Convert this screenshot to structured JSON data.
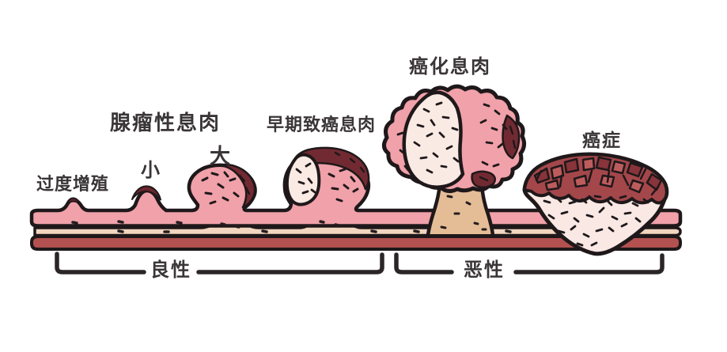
{
  "illustration": {
    "labels": {
      "hyperplasia": "过度增殖",
      "small": "小",
      "large": "大",
      "adenoma": "腺瘤性息肉",
      "early": "早期致癌息肉",
      "cancerous_polyp": "癌化息肉",
      "cancer": "癌症",
      "benign": "良性",
      "malignant": "恶性"
    },
    "colors": {
      "outline": "#1f181a",
      "mucosa_pink": "#f0a1a9",
      "pale_lobe": "#faeae4",
      "cancer_body": "#f9e8e4",
      "stalk_tan": "#e4bd97",
      "submucosa_cream": "#f2d6bf",
      "muscle_maroon": "#b25150",
      "dark_villi_cap": "#722a32",
      "cobblestone_red": "#a3474b",
      "text": "#3a3537"
    }
  }
}
